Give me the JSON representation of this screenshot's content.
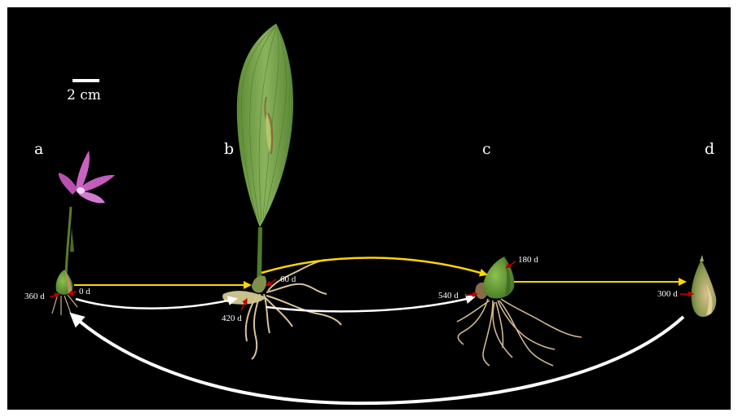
{
  "scale": {
    "label": "2 cm"
  },
  "panels": {
    "a": "a",
    "b": "b",
    "c": "c",
    "d": "d"
  },
  "days": {
    "d360": "360 d",
    "d0": "0 d",
    "d60": "60 d",
    "d420": "420 d",
    "d540": "540 d",
    "d180": "180 d",
    "d300": "300 d"
  },
  "colors": {
    "background": "#000000",
    "arrow_yellow": "#ffd600",
    "arrow_white": "#ffffff",
    "pointer_red": "#c00000",
    "leaf_green": "#6f9a45",
    "flower_pink": "#c65ab8",
    "root_tan": "#cdb48e",
    "corm_green": "#6ea33a"
  }
}
